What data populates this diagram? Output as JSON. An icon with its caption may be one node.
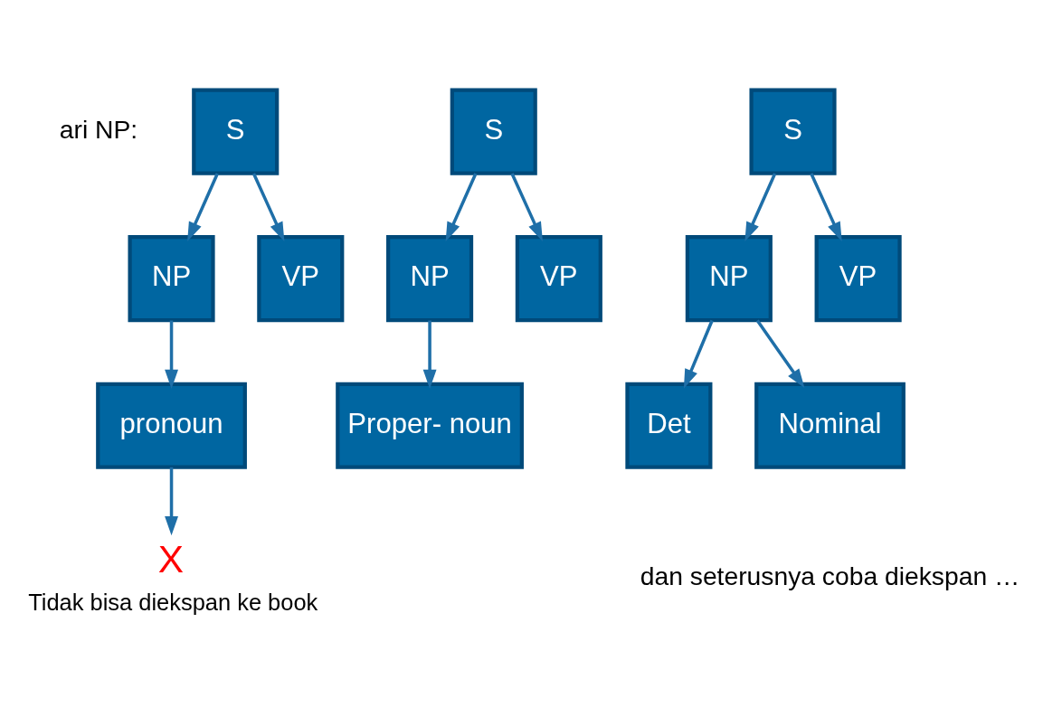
{
  "diagram": {
    "nodes": [
      {
        "text": [
          "S"
        ]
      },
      {
        "text": [
          "NP"
        ]
      },
      {
        "text": [
          "VP"
        ]
      },
      {
        "text": [
          "pronoun"
        ]
      },
      {
        "text": [
          "X"
        ],
        "beside": [
          "Tidak bisa diekspan ke book"
        ]
      },
      {
        "text": [
          "S"
        ]
      },
      {
        "text": [
          "NP"
        ]
      },
      {
        "text": [
          "VP"
        ]
      },
      {
        "text": [
          "Proper- noun"
        ]
      },
      {
        "text": [
          "S"
        ]
      },
      {
        "text": [
          "NP"
        ]
      },
      {
        "text": [
          "VP"
        ]
      },
      {
        "text": [
          "Det"
        ]
      },
      {
        "text": [
          "Nominal"
        ]
      }
    ],
    "edges": [
      {
        "from": 0,
        "to": 1,
        "arrow": "to"
      },
      {
        "from": 0,
        "to": 2,
        "arrow": "to"
      },
      {
        "from": 1,
        "to": 3,
        "arrow": "to"
      },
      {
        "from": 3,
        "to": 4,
        "arrow": "to"
      },
      {
        "from": 5,
        "to": 6,
        "arrow": "to"
      },
      {
        "from": 5,
        "to": 7,
        "arrow": "to"
      },
      {
        "from": 6,
        "to": 8,
        "arrow": "to"
      },
      {
        "from": 9,
        "to": 10,
        "arrow": "to"
      },
      {
        "from": 9,
        "to": 11,
        "arrow": "to"
      },
      {
        "from": 10,
        "to": 12,
        "arrow": "to"
      },
      {
        "from": 10,
        "to": 13,
        "arrow": "to"
      }
    ],
    "labels": [
      "ari NP:",
      "dan seterusnya coba diekspan …"
    ]
  }
}
